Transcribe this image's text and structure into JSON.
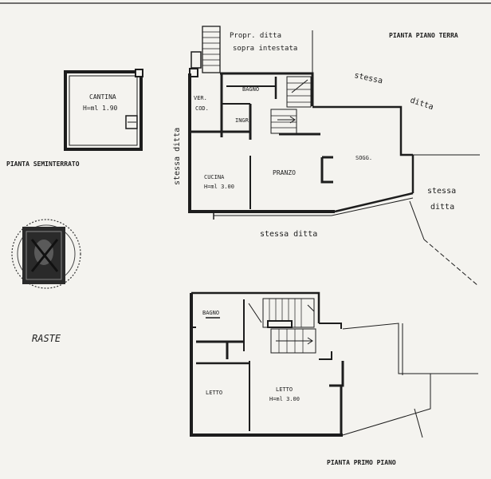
{
  "header": {
    "owner_line1": "Propr. ditta",
    "owner_line2": "sopra intestata"
  },
  "ground_floor": {
    "title": "PIANTA PIANO TERRA",
    "rooms": {
      "bagno": "BAGNO",
      "ver_cod_1": "VER.",
      "ver_cod_2": "COD.",
      "ingr": "INGR.",
      "sogg": "SOGG.",
      "pranzo": "PRANZO",
      "cucina": "CUCINA",
      "cucina_h": "H=ml 3.00"
    },
    "neighbors": {
      "top_right_1": "stessa",
      "top_right_2": "ditta",
      "left_vertical": "stessa ditta",
      "right_1": "stessa",
      "right_2": "ditta",
      "bottom": "stessa ditta"
    }
  },
  "basement": {
    "title": "PIANTA SEMINTERRATO",
    "room": "CANTINA",
    "height": "H=ml 1.90"
  },
  "first_floor": {
    "title": "PIANTA PRIMO PIANO",
    "rooms": {
      "bagno": "BAGNO",
      "letto1": "LETTO",
      "letto2": "LETTO",
      "letto_h": "H=ml 3.00"
    }
  },
  "signature": "RASTE",
  "stamp_icon": "official-stamp-seal",
  "colors": {
    "ink": "#1d1d1d",
    "paper": "#f4f3ef"
  }
}
